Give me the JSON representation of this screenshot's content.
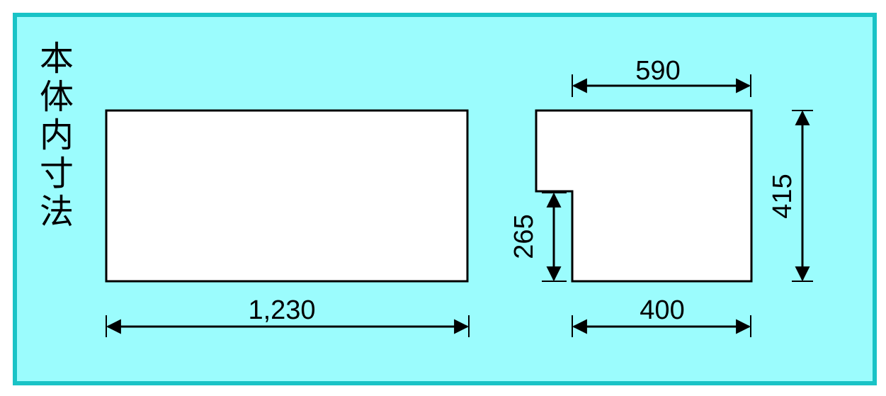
{
  "colors": {
    "panel_bg": "#9bfcfd",
    "panel_border": "#19c3c6",
    "shape_fill": "#ffffff",
    "line": "#000000"
  },
  "title": "本体内寸法",
  "dimensions": {
    "width_main": "1,230",
    "width_top": "590",
    "width_bottom": "400",
    "height_total": "415",
    "height_step": "265"
  }
}
